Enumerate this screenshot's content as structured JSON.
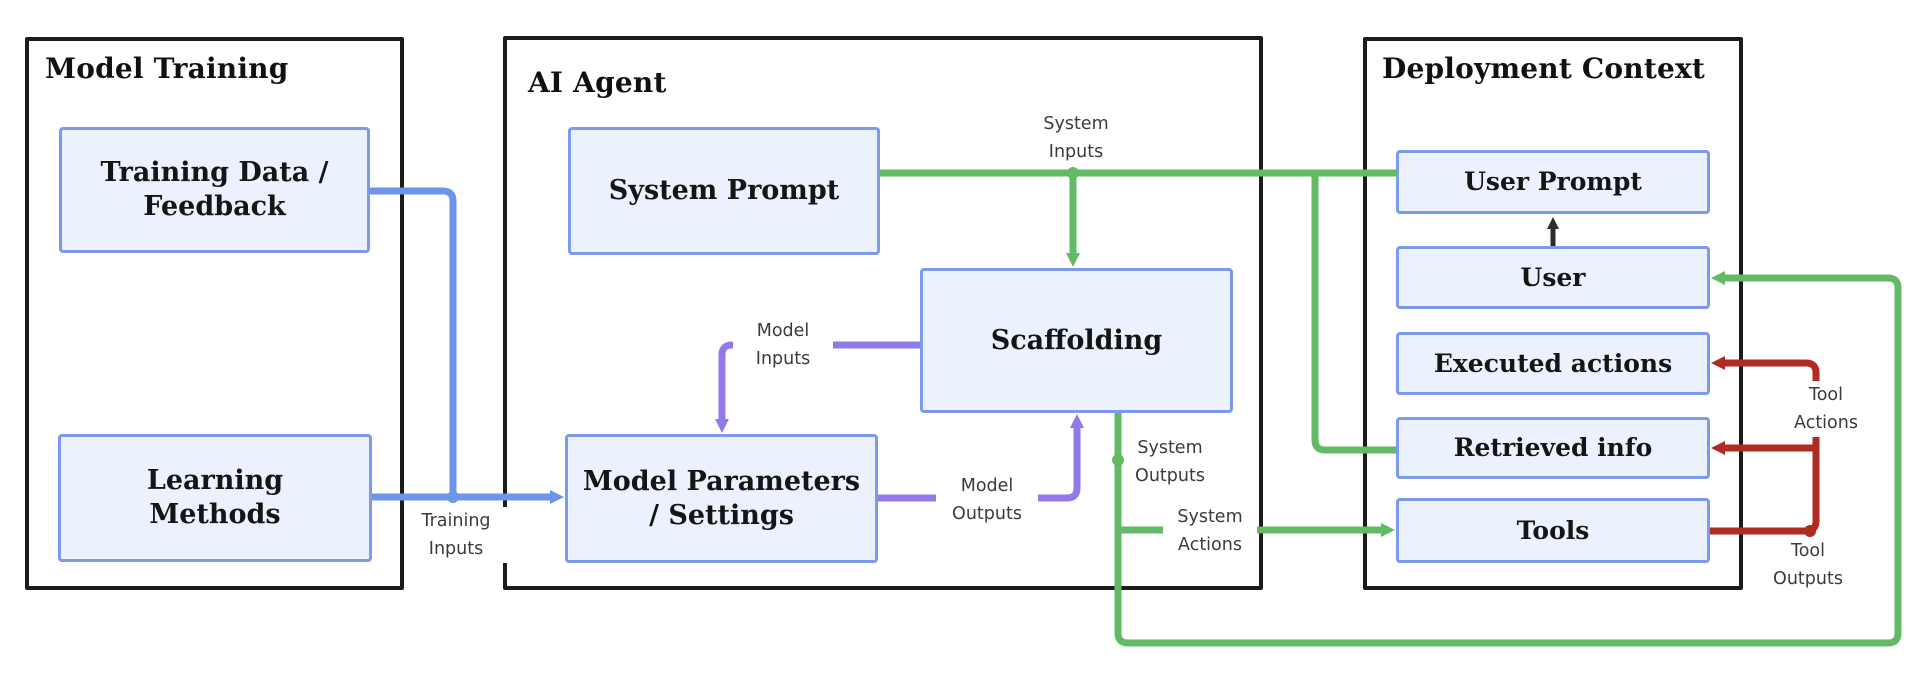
{
  "containers": {
    "model_training": {
      "title": "Model Training"
    },
    "ai_agent": {
      "title": "AI Agent"
    },
    "deployment_context": {
      "title": "Deployment Context"
    }
  },
  "nodes": {
    "training_data": {
      "line1": "Training Data /",
      "line2": "Feedback"
    },
    "learning_methods": {
      "line1": "Learning",
      "line2": "Methods"
    },
    "system_prompt": {
      "label": "System Prompt"
    },
    "scaffolding": {
      "label": "Scaffolding"
    },
    "model_parameters": {
      "line1": "Model Parameters",
      "line2": "/ Settings"
    },
    "user_prompt": {
      "label": "User Prompt"
    },
    "user": {
      "label": "User"
    },
    "executed_actions": {
      "label": "Executed actions"
    },
    "retrieved_info": {
      "label": "Retrieved info"
    },
    "tools": {
      "label": "Tools"
    }
  },
  "edge_labels": {
    "training_inputs": {
      "line1": "Training",
      "line2": "Inputs"
    },
    "model_inputs": {
      "line1": "Model",
      "line2": "Inputs"
    },
    "model_outputs": {
      "line1": "Model",
      "line2": "Outputs"
    },
    "system_inputs": {
      "line1": "System",
      "line2": "Inputs"
    },
    "system_outputs": {
      "line1": "System",
      "line2": "Outputs"
    },
    "system_actions": {
      "line1": "System",
      "line2": "Actions"
    },
    "tool_actions": {
      "line1": "Tool",
      "line2": "Actions"
    },
    "tool_outputs": {
      "line1": "Tool",
      "line2": "Outputs"
    }
  },
  "edges": [
    {
      "from": "Training Data / Feedback",
      "to": "Model Parameters / Settings",
      "label": "Training Inputs",
      "color": "blue"
    },
    {
      "from": "Learning Methods",
      "to": "Model Parameters / Settings",
      "label": "Training Inputs",
      "color": "blue"
    },
    {
      "from": "Scaffolding",
      "to": "Model Parameters / Settings",
      "label": "Model Inputs",
      "color": "purple"
    },
    {
      "from": "Model Parameters / Settings",
      "to": "Scaffolding",
      "label": "Model Outputs",
      "color": "purple"
    },
    {
      "from": "System Prompt",
      "to": "Scaffolding",
      "label": "System Inputs",
      "color": "green"
    },
    {
      "from": "System Prompt",
      "to": "User Prompt",
      "label": "System Inputs",
      "color": "green"
    },
    {
      "from": "System Prompt",
      "to": "Retrieved info",
      "label": "System Inputs",
      "color": "green"
    },
    {
      "from": "Scaffolding",
      "to": "Tools",
      "label": "System Actions",
      "color": "green"
    },
    {
      "from": "Scaffolding",
      "to": "User",
      "label": "System Outputs",
      "color": "green"
    },
    {
      "from": "User",
      "to": "User Prompt",
      "label": "",
      "color": "black"
    },
    {
      "from": "Tools",
      "to": "Executed actions",
      "label": "Tool Actions",
      "color": "red"
    },
    {
      "from": "Tools",
      "to": "Retrieved info",
      "label": "Tool Outputs",
      "color": "red"
    }
  ],
  "colors": {
    "blue": "#6d96ea",
    "purple": "#9179e8",
    "green": "#62b966",
    "red": "#b02b23",
    "ink": "#1c1c1c",
    "arrow-ink": "#2d2d2d",
    "node-fill": "#ebf2fd",
    "node-border": "#7d99ec",
    "label-ink": "#3b3b3b"
  }
}
